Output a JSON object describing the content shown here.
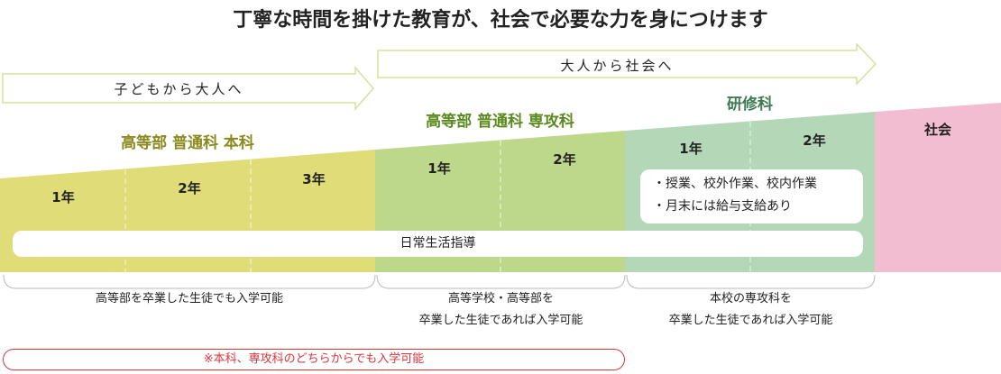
{
  "title": "丁寧な時間を掛けた教育が、社会で必要な力を身につけます",
  "arrows": [
    "子どもから大人へ",
    "大人から社会へ"
  ],
  "sections": [
    {
      "name": "高等部 普通科 本科",
      "years": [
        "1年",
        "2年",
        "3年"
      ],
      "color": "#e0dc78",
      "title_color": "#8a8a1e",
      "note": "高等部を卒業した生徒でも入学可能"
    },
    {
      "name": "高等部 普通科 専攻科",
      "years": [
        "1年",
        "2年"
      ],
      "color": "#bdd88b",
      "title_color": "#5a8a1e",
      "note_lines": [
        "高等学校・高等部を",
        "卒業した生徒であれば入学可能"
      ]
    },
    {
      "name": "研修科",
      "years": [
        "1年",
        "2年"
      ],
      "color": "#b3d7b7",
      "title_color": "#3f7a55",
      "note_lines": [
        "本校の専攻科を",
        "卒業した生徒であれば入学可能"
      ],
      "details": [
        "・授業、校外作業、校内作業",
        "・月末には給与支給あり"
      ]
    },
    {
      "name": "社会",
      "color": "#f2bdd0"
    }
  ],
  "daily_guidance": "日常生活指導",
  "footnote": "※本科、専攻科のどちらからでも入学可能",
  "footnote_color": "#d9363e"
}
